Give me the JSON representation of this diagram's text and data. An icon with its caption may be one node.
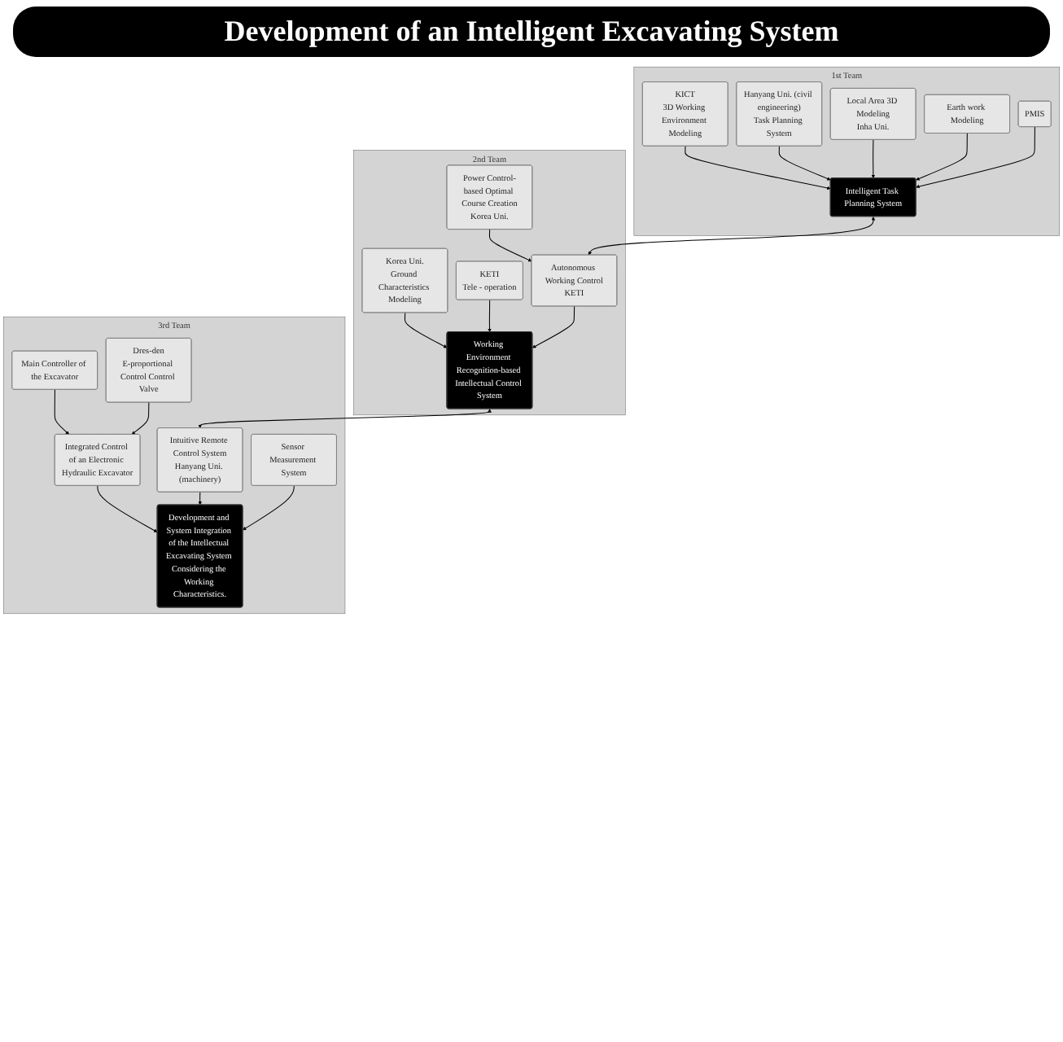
{
  "diagram": {
    "title": "Development of an Intelligent Excavating System",
    "nodes": [
      {
        "text": [
          "1st Team"
        ]
      },
      {
        "text": [
          "KICT",
          "3D Working Environment Modeling"
        ],
        "in": 0
      },
      {
        "text": [
          "Hanyang Uni. (civil engineering)",
          "Task Planning System"
        ],
        "in": 0
      },
      {
        "text": [
          "Intelligent Task Planning System"
        ],
        "in": 0
      },
      {
        "text": [
          "Local Area 3D Modeling",
          "Inha Uni."
        ],
        "in": 0
      },
      {
        "text": [
          "Earth work Modeling"
        ],
        "in": 0
      },
      {
        "text": [
          "PMIS"
        ],
        "in": 0
      },
      {
        "text": [
          "2nd Team"
        ]
      },
      {
        "text": [
          "Korea Uni.",
          "Ground Characteristics Modeling"
        ],
        "in": 7
      },
      {
        "text": [
          "KETI",
          "Tele - operation"
        ],
        "in": 7
      },
      {
        "text": [
          "Working Environment Recognition-based Intellectual Control System"
        ],
        "in": 7
      },
      {
        "text": [
          "Autonomous Working Control",
          "KETI"
        ],
        "in": 7
      },
      {
        "text": [
          "Power Control-based Optimal Course Creation",
          "Korea Uni."
        ],
        "in": 7
      },
      {
        "text": [
          "3rd Team"
        ]
      },
      {
        "text": [
          "Integrated Control of an Electronic Hydraulic Excavator"
        ],
        "in": 13
      },
      {
        "text": [
          "Main Controller of the Excavator"
        ],
        "in": 13
      },
      {
        "text": [
          "Dres-den",
          "E-proportional Control Control Valve"
        ],
        "in": 13
      },
      {
        "text": [
          "Development and System Integration of the Intellectual Excavating System Considering the Working Characteristics."
        ],
        "in": 13
      },
      {
        "text": [
          "Intuitive Remote Control System",
          "Hanyang Uni. (machinery)"
        ],
        "in": 13
      },
      {
        "text": [
          "Sensor Measurement System"
        ],
        "in": 13
      }
    ],
    "edges": [
      {
        "from": 1,
        "to": 3,
        "arrow": "to"
      },
      {
        "from": 2,
        "to": 3,
        "arrow": "to"
      },
      {
        "from": 4,
        "to": 3,
        "arrow": "to"
      },
      {
        "from": 5,
        "to": 3,
        "arrow": "to"
      },
      {
        "from": 6,
        "to": 3,
        "arrow": "to"
      },
      {
        "from": 8,
        "to": 10,
        "arrow": "to"
      },
      {
        "from": 9,
        "to": 10,
        "arrow": "to"
      },
      {
        "from": 11,
        "to": 10,
        "arrow": "to"
      },
      {
        "from": 12,
        "to": 11,
        "arrow": "to"
      },
      {
        "from": 3,
        "to": 11,
        "arrow": "both"
      },
      {
        "from": 10,
        "to": 18,
        "arrow": "both"
      },
      {
        "from": 15,
        "to": 14,
        "arrow": "to"
      },
      {
        "from": 16,
        "to": 14,
        "arrow": "to"
      },
      {
        "from": 14,
        "to": 17,
        "arrow": "to"
      },
      {
        "from": 18,
        "to": 17,
        "arrow": "to"
      },
      {
        "from": 19,
        "to": 17,
        "arrow": "to"
      }
    ]
  }
}
